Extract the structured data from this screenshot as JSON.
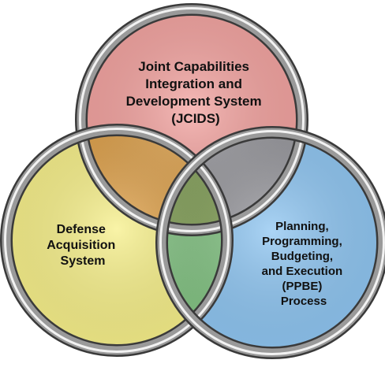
{
  "diagram": {
    "circles": [
      {
        "id": "jcids",
        "lines": [
          "Joint Capabilities",
          "Integration and",
          "Development System",
          "(JCIDS)"
        ],
        "fill_color": "#f3a3a0"
      },
      {
        "id": "das",
        "lines": [
          "Defense",
          "Acquisition",
          "System"
        ],
        "fill_color": "#f7f08a"
      },
      {
        "id": "ppbe",
        "lines": [
          "Planning,",
          "Programming,",
          "Budgeting,",
          "and Execution",
          "(PPBE)",
          "Process"
        ],
        "fill_color": "#8fc6f2"
      }
    ],
    "overlap_colors": {
      "jcids_das": "#f4b050",
      "jcids_ppbe": "#a6a6ac",
      "das_ppbe": "#8fd68f",
      "center": "#9bbf66"
    },
    "ring_color": "#9a9a9a"
  }
}
